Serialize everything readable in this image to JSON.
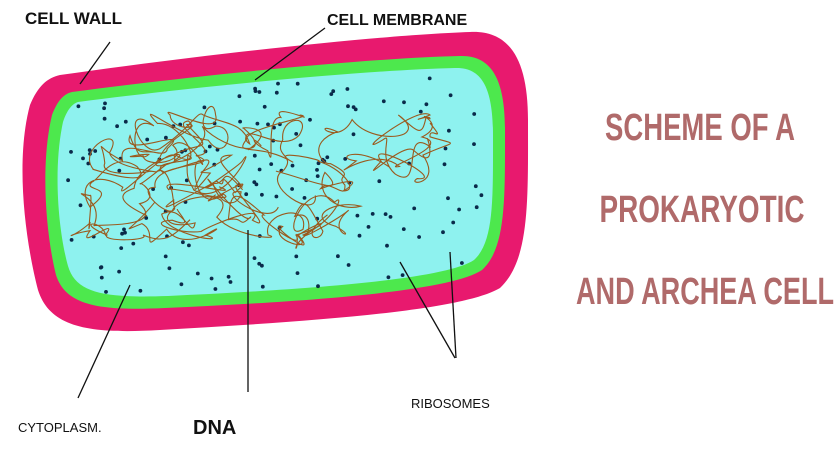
{
  "labels": {
    "cell_wall": "CELL WALL",
    "cell_membrane": "CELL MEMBRANE",
    "cytoplasm": "CYTOPLASM.",
    "dna": "DNA",
    "ribosomes": "RIBOSOMES"
  },
  "title": {
    "line1": "SCHEME OF A",
    "line2": "PROKARYOTIC",
    "line3": "AND ARCHEA CELL"
  },
  "colors": {
    "cell_wall": "#e8196e",
    "cell_membrane": "#4de84d",
    "cytoplasm": "#8ef2ef",
    "dna": "#9a5a1e",
    "ribosome": "#0a2a4a",
    "title": "#b06a6a"
  }
}
